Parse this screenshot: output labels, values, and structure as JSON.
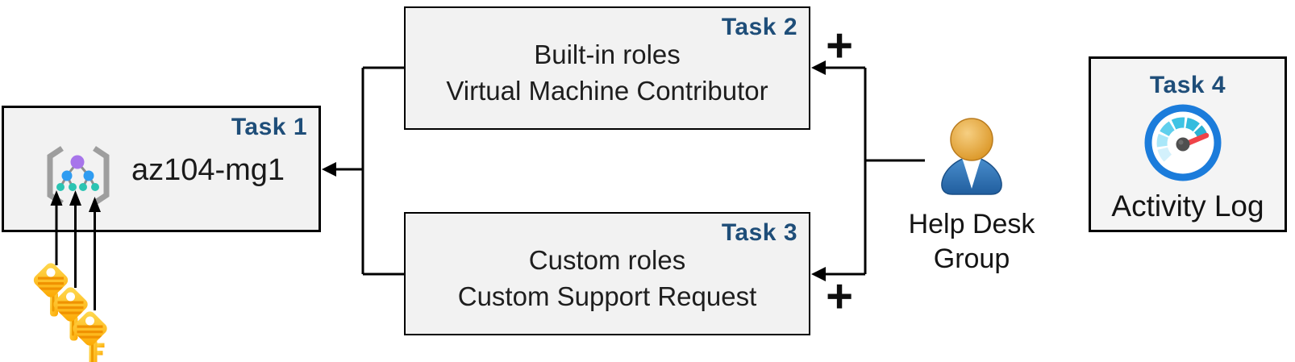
{
  "diagram": {
    "kind": "azure-rbac-lab-diagram",
    "tasks": [
      {
        "label": "Task 1",
        "title": "az104-mg1",
        "icon": "management-group-icon"
      },
      {
        "label": "Task 2",
        "lines": [
          "Built-in roles",
          "Virtual Machine Contributor"
        ]
      },
      {
        "label": "Task 3",
        "lines": [
          "Custom roles",
          "Custom Support Request"
        ]
      },
      {
        "label": "Task 4",
        "title": "Activity Log",
        "icon": "activity-log-gauge-icon"
      }
    ],
    "actor": {
      "icon": "user-person-icon",
      "label_line1": "Help Desk",
      "label_line2": "Group"
    },
    "connectors": {
      "plus_top": "+",
      "plus_bottom": "+"
    },
    "icons": {
      "task1": "management-group-icon",
      "task4": "activity-log-gauge-icon",
      "actor": "user-person-icon",
      "bottom_left": "access-keys-icon"
    },
    "colors": {
      "task_label_navy": "#1F4E79",
      "box_fill": "#F2F2F2",
      "box_border": "#000000",
      "body_text": "#1E1E1E",
      "connector": "#000000",
      "key_gold": "#FFC21A",
      "key_stripe": "#F09200",
      "user_head_orange": "#E0A238",
      "user_body_blue": "#2F6CA8",
      "gauge_ring_blue": "#1B7CDB",
      "gauge_needle_red": "#EF4348",
      "mg_purple": "#A775EA",
      "mg_blue": "#2F9CF1",
      "mg_teal": "#2BC4B2",
      "mg_brace_gray": "#9E9E9E"
    }
  }
}
